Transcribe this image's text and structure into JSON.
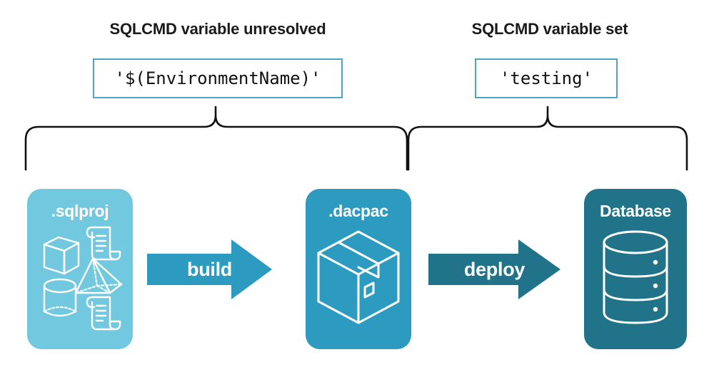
{
  "diagram": {
    "title_left": "SQLCMD variable unresolved",
    "title_right": "SQLCMD variable set",
    "value_left": "'$(EnvironmentName)'",
    "value_right": "'testing'",
    "stages": [
      {
        "id": "sqlproj",
        "label": ".sqlproj",
        "fill": "#72C9DF",
        "icons": [
          "cube-icon",
          "scroll-icon",
          "pyramid-icon",
          "cylinder-icon",
          "scroll-icon"
        ]
      },
      {
        "id": "dacpac",
        "label": ".dacpac",
        "fill": "#2D9BBF",
        "icons": [
          "package-box-icon"
        ]
      },
      {
        "id": "database",
        "label": "Database",
        "fill": "#217389",
        "icons": [
          "database-cylinder-icon"
        ]
      }
    ],
    "arrows": [
      {
        "id": "build",
        "label": "build",
        "fill": "#2D9BBF"
      },
      {
        "id": "deploy",
        "label": "deploy",
        "fill": "#217389"
      }
    ],
    "value_box_border": "#4BA6C4",
    "brace_color": "#111111",
    "text_color": "#1a1a1a"
  }
}
